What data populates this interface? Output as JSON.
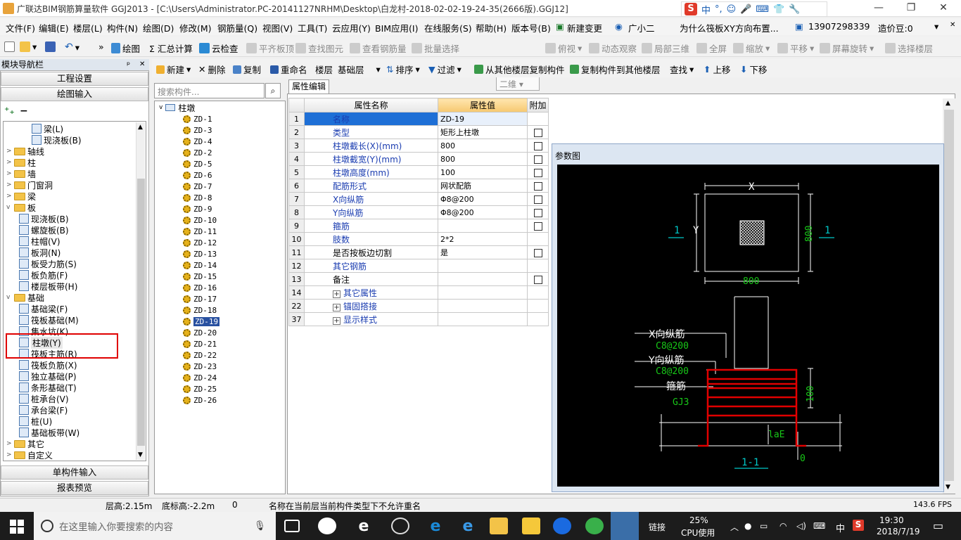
{
  "window": {
    "title": "广联达BIM钢筋算量软件 GGJ2013 - [C:\\Users\\Administrator.PC-20141127NRHM\\Desktop\\白龙村-2018-02-02-19-24-35(2666版).GGJ12]",
    "min": "—",
    "max": "❐",
    "close": "✕"
  },
  "ime": {
    "logo": "S",
    "items": [
      "中",
      "°,",
      "☺",
      "🎤",
      "⌨",
      "👕",
      "🔧"
    ]
  },
  "menu": [
    "文件(F)",
    "编辑(E)",
    "楼层(L)",
    "构件(N)",
    "绘图(D)",
    "修改(M)",
    "钢筋量(Q)",
    "视图(V)",
    "工具(T)",
    "云应用(Y)",
    "BIM应用(I)",
    "在线服务(S)",
    "帮助(H)",
    "版本号(B)",
    "新建变更",
    "广小二",
    "为什么筏板XY方向布置...",
    "13907298339",
    "造价豆:0"
  ],
  "toolbar1": {
    "draw": "绘图",
    "sum": "Σ 汇总计算",
    "cloudcheck": "云检查",
    "flat": "平齐板顶",
    "find": "查找图元",
    "viewrebar": "查看钢筋量",
    "batch": "批量选择",
    "view2d": "二维",
    "top": "俯视",
    "dynamic": "动态观察",
    "local3d": "局部三维",
    "fullscreen": "全屏",
    "zoom": "缩放",
    "pan": "平移",
    "rotate": "屏幕旋转",
    "selfloor": "选择楼层"
  },
  "toolbar2": {
    "new": "新建",
    "delete": "删除",
    "copy": "复制",
    "rename": "重命名",
    "floor_label": "楼层",
    "floor": "基础层",
    "sort": "排序",
    "filter": "过滤",
    "copyfrom": "从其他楼层复制构件",
    "copyto": "复制构件到其他楼层",
    "find": "查找",
    "up": "上移",
    "down": "下移"
  },
  "nav": {
    "title": "模块导航栏",
    "pin": "ᵖ",
    "close": "✕",
    "project_settings": "工程设置",
    "draw_input": "绘图输入",
    "single_input": "单构件输入",
    "report": "报表预览",
    "tree": [
      {
        "label": "梁(L)",
        "lv": 2,
        "t": "icon"
      },
      {
        "label": "现浇板(B)",
        "lv": 2,
        "t": "icon"
      },
      {
        "label": "轴线",
        "lv": 0,
        "t": "folder",
        "tw": ">"
      },
      {
        "label": "柱",
        "lv": 0,
        "t": "folder",
        "tw": ">"
      },
      {
        "label": "墙",
        "lv": 0,
        "t": "folder",
        "tw": ">"
      },
      {
        "label": "门窗洞",
        "lv": 0,
        "t": "folder",
        "tw": ">"
      },
      {
        "label": "梁",
        "lv": 0,
        "t": "folder",
        "tw": ">"
      },
      {
        "label": "板",
        "lv": 0,
        "t": "folder",
        "tw": "v"
      },
      {
        "label": "现浇板(B)",
        "lv": 1,
        "t": "icon"
      },
      {
        "label": "螺旋板(B)",
        "lv": 1,
        "t": "icon"
      },
      {
        "label": "柱帽(V)",
        "lv": 1,
        "t": "icon"
      },
      {
        "label": "板洞(N)",
        "lv": 1,
        "t": "icon"
      },
      {
        "label": "板受力筋(S)",
        "lv": 1,
        "t": "icon"
      },
      {
        "label": "板负筋(F)",
        "lv": 1,
        "t": "icon"
      },
      {
        "label": "楼层板带(H)",
        "lv": 1,
        "t": "icon"
      },
      {
        "label": "基础",
        "lv": 0,
        "t": "folder",
        "tw": "v"
      },
      {
        "label": "基础梁(F)",
        "lv": 1,
        "t": "icon"
      },
      {
        "label": "筏板基础(M)",
        "lv": 1,
        "t": "icon"
      },
      {
        "label": "集水坑(K)",
        "lv": 1,
        "t": "icon"
      },
      {
        "label": "柱墩(Y)",
        "lv": 1,
        "t": "icon",
        "sel": true
      },
      {
        "label": "筏板主筋(R)",
        "lv": 1,
        "t": "icon"
      },
      {
        "label": "筏板负筋(X)",
        "lv": 1,
        "t": "icon"
      },
      {
        "label": "独立基础(P)",
        "lv": 1,
        "t": "icon"
      },
      {
        "label": "条形基础(T)",
        "lv": 1,
        "t": "icon"
      },
      {
        "label": "桩承台(V)",
        "lv": 1,
        "t": "icon"
      },
      {
        "label": "承台梁(F)",
        "lv": 1,
        "t": "icon"
      },
      {
        "label": "桩(U)",
        "lv": 1,
        "t": "icon"
      },
      {
        "label": "基础板带(W)",
        "lv": 1,
        "t": "icon"
      },
      {
        "label": "其它",
        "lv": 0,
        "t": "folder",
        "tw": ">"
      },
      {
        "label": "自定义",
        "lv": 0,
        "t": "folder",
        "tw": ">"
      }
    ]
  },
  "components": {
    "search_placeholder": "搜索构件...",
    "root": "柱墩",
    "items": [
      "ZD-1",
      "ZD-3",
      "ZD-4",
      "ZD-2",
      "ZD-5",
      "ZD-6",
      "ZD-7",
      "ZD-8",
      "ZD-9",
      "ZD-10",
      "ZD-11",
      "ZD-12",
      "ZD-13",
      "ZD-14",
      "ZD-15",
      "ZD-16",
      "ZD-17",
      "ZD-18",
      "ZD-19",
      "ZD-20",
      "ZD-21",
      "ZD-22",
      "ZD-23",
      "ZD-24",
      "ZD-25",
      "ZD-26"
    ],
    "selected": "ZD-19"
  },
  "props": {
    "tab": "属性编辑",
    "headers": [
      "属性名称",
      "属性值",
      "附加"
    ],
    "rows": [
      {
        "n": "1",
        "name": "名称",
        "value": "ZD-19",
        "cb": false,
        "sel": true
      },
      {
        "n": "2",
        "name": "类型",
        "value": "矩形上柱墩",
        "cb": true
      },
      {
        "n": "3",
        "name": "柱墩截长(X)(mm)",
        "value": "800",
        "cb": true
      },
      {
        "n": "4",
        "name": "柱墩截宽(Y)(mm)",
        "value": "800",
        "cb": true
      },
      {
        "n": "5",
        "name": "柱墩高度(mm)",
        "value": "100",
        "cb": true
      },
      {
        "n": "6",
        "name": "配筋形式",
        "value": "网状配筋",
        "cb": true
      },
      {
        "n": "7",
        "name": "X向纵筋",
        "value": "Φ8@200",
        "cb": true
      },
      {
        "n": "8",
        "name": "Y向纵筋",
        "value": "Φ8@200",
        "cb": true
      },
      {
        "n": "9",
        "name": "箍筋",
        "value": "",
        "cb": true
      },
      {
        "n": "10",
        "name": "肢数",
        "value": "2*2",
        "cb": false
      },
      {
        "n": "11",
        "name": "是否按板边切割",
        "value": "是",
        "cb": true,
        "plain": true
      },
      {
        "n": "12",
        "name": "其它钢筋",
        "value": "",
        "cb": false
      },
      {
        "n": "13",
        "name": "备注",
        "value": "",
        "cb": true,
        "plain": true
      },
      {
        "n": "14",
        "name": "其它属性",
        "value": "",
        "grp": true
      },
      {
        "n": "22",
        "name": "锚固搭接",
        "value": "",
        "grp": true
      },
      {
        "n": "37",
        "name": "显示样式",
        "value": "",
        "grp": true
      }
    ]
  },
  "param": {
    "title": "参数图",
    "x": "X",
    "y": "Y",
    "dimx": "800",
    "dimy": "800",
    "sec1": "1",
    "sec2": "1",
    "xbar": "X向纵筋",
    "xbarv": "C8@200",
    "ybar": "Y向纵筋",
    "ybarv": "C8@200",
    "stirrup": "箍筋",
    "stirrupv": "GJ3",
    "h": "100",
    "lae": "laE",
    "zero": "0",
    "cut": "1-1"
  },
  "status": {
    "floor_h": "层高:2.15m",
    "base_h": "底标高:-2.2m",
    "zero": "0",
    "msg": "名称在当前层当前构件类型下不允许重名",
    "fps": "143.6 FPS"
  },
  "taskbar": {
    "search": "在这里输入你要搜索的内容",
    "link": "链接",
    "cpu": "25%",
    "cpu_label": "CPU使用",
    "lang": "中",
    "time": "19:30",
    "date": "2018/7/19"
  }
}
